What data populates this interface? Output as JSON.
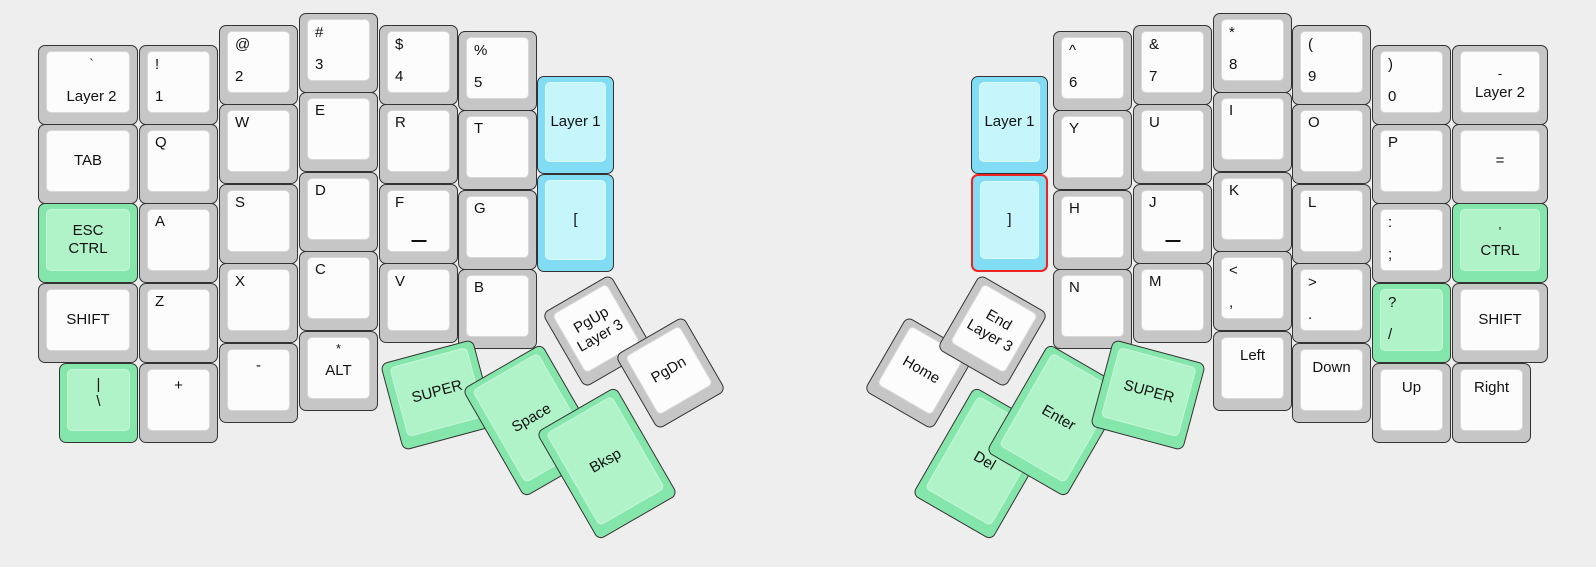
{
  "meta": {
    "title": "Split ergonomic keyboard layout",
    "background": "#eeeeee",
    "colors": {
      "key_shell": "#c6c6c6",
      "key_cap": "#fcfcfc",
      "green_shell": "#85e6ab",
      "green_cap": "#b0f3c9",
      "cyan_shell": "#82dcf4",
      "cyan_cap": "#c6f6fc",
      "selection": "#ee2222",
      "legend": "#111111"
    }
  },
  "left_half": {
    "columns": [
      {
        "name": "pinky-outer",
        "keys": [
          {
            "top": "`",
            "main": "Layer 2",
            "style": "default"
          },
          {
            "top": "",
            "main": "TAB",
            "style": "default"
          },
          {
            "top": "ESC",
            "main": "CTRL",
            "style": "green"
          },
          {
            "top": "",
            "main": "SHIFT",
            "style": "default"
          },
          {
            "top": "|",
            "main": "\\",
            "style": "green"
          }
        ]
      },
      {
        "name": "pinky",
        "keys": [
          {
            "top": "!",
            "main": "1",
            "style": "default"
          },
          {
            "top": "Q",
            "main": "",
            "style": "default"
          },
          {
            "top": "A",
            "main": "",
            "style": "default"
          },
          {
            "top": "Z",
            "main": "",
            "style": "default"
          },
          {
            "top": "",
            "main": "+",
            "style": "default"
          }
        ]
      },
      {
        "name": "ring",
        "keys": [
          {
            "top": "@",
            "main": "2",
            "style": "default"
          },
          {
            "top": "W",
            "main": "",
            "style": "default"
          },
          {
            "top": "S",
            "main": "",
            "style": "default"
          },
          {
            "top": "X",
            "main": "",
            "style": "default"
          },
          {
            "top": "",
            "main": "-",
            "style": "default"
          }
        ]
      },
      {
        "name": "middle",
        "keys": [
          {
            "top": "#",
            "main": "3",
            "style": "default"
          },
          {
            "top": "E",
            "main": "",
            "style": "default"
          },
          {
            "top": "D",
            "main": "",
            "style": "default"
          },
          {
            "top": "C",
            "main": "",
            "style": "default"
          },
          {
            "top": "*",
            "main": "ALT",
            "style": "default"
          }
        ]
      },
      {
        "name": "index",
        "keys": [
          {
            "top": "$",
            "main": "4",
            "style": "default"
          },
          {
            "top": "R",
            "main": "",
            "style": "default"
          },
          {
            "top": "F",
            "main": "",
            "style": "default",
            "homing": true
          },
          {
            "top": "V",
            "main": "",
            "style": "default"
          }
        ]
      },
      {
        "name": "index-inner",
        "keys": [
          {
            "top": "%",
            "main": "5",
            "style": "default"
          },
          {
            "top": "T",
            "main": "",
            "style": "default"
          },
          {
            "top": "G",
            "main": "",
            "style": "default"
          },
          {
            "top": "B",
            "main": "",
            "style": "default"
          }
        ]
      },
      {
        "name": "inner-extra",
        "keys": [
          {
            "top": "",
            "main": "Layer 1",
            "style": "cyan"
          },
          {
            "top": "",
            "main": "[",
            "style": "cyan"
          }
        ]
      }
    ],
    "thumb_cluster": [
      {
        "name": "super",
        "label": "SUPER",
        "style": "green"
      },
      {
        "name": "pgup-layer3",
        "top": "PgUp",
        "main": "Layer 3",
        "style": "default"
      },
      {
        "name": "pgdn",
        "label": "PgDn",
        "style": "default"
      },
      {
        "name": "space",
        "label": "Space",
        "style": "green"
      },
      {
        "name": "bksp",
        "label": "Bksp",
        "style": "green"
      }
    ]
  },
  "right_half": {
    "columns": [
      {
        "name": "inner-extra",
        "keys": [
          {
            "top": "",
            "main": "Layer 1",
            "style": "cyan"
          },
          {
            "top": "",
            "main": "]",
            "style": "cyan",
            "selected": true
          }
        ]
      },
      {
        "name": "index-inner",
        "keys": [
          {
            "top": "^",
            "main": "6",
            "style": "default"
          },
          {
            "top": "Y",
            "main": "",
            "style": "default"
          },
          {
            "top": "H",
            "main": "",
            "style": "default"
          },
          {
            "top": "N",
            "main": "",
            "style": "default"
          }
        ]
      },
      {
        "name": "index",
        "keys": [
          {
            "top": "&",
            "main": "7",
            "style": "default"
          },
          {
            "top": "U",
            "main": "",
            "style": "default"
          },
          {
            "top": "J",
            "main": "",
            "style": "default",
            "homing": true
          },
          {
            "top": "M",
            "main": "",
            "style": "default"
          }
        ]
      },
      {
        "name": "middle",
        "keys": [
          {
            "top": "*",
            "main": "8",
            "style": "default"
          },
          {
            "top": "I",
            "main": "",
            "style": "default"
          },
          {
            "top": "K",
            "main": "",
            "style": "default"
          },
          {
            "top": "<",
            "main": ",",
            "style": "default"
          },
          {
            "top": "",
            "main": "Left",
            "style": "default"
          }
        ]
      },
      {
        "name": "ring",
        "keys": [
          {
            "top": "(",
            "main": "9",
            "style": "default"
          },
          {
            "top": "O",
            "main": "",
            "style": "default"
          },
          {
            "top": "L",
            "main": "",
            "style": "default"
          },
          {
            "top": ">",
            "main": ".",
            "style": "default"
          },
          {
            "top": "",
            "main": "Down",
            "style": "default"
          }
        ]
      },
      {
        "name": "pinky",
        "keys": [
          {
            "top": ")",
            "main": "0",
            "style": "default"
          },
          {
            "top": "P",
            "main": "",
            "style": "default"
          },
          {
            "top": ":",
            "main": ";",
            "style": "default"
          },
          {
            "top": "?",
            "main": "/",
            "style": "green"
          },
          {
            "top": "",
            "main": "Up",
            "style": "default"
          }
        ]
      },
      {
        "name": "pinky-outer",
        "keys": [
          {
            "top": "-",
            "main": "Layer 2",
            "style": "default"
          },
          {
            "top": "",
            "main": "=",
            "style": "default"
          },
          {
            "top": "'",
            "main": "CTRL",
            "style": "green"
          },
          {
            "top": "",
            "main": "SHIFT",
            "style": "default"
          },
          {
            "top": "",
            "main": "Right",
            "style": "default"
          }
        ]
      }
    ],
    "thumb_cluster": [
      {
        "name": "home",
        "label": "Home",
        "style": "default"
      },
      {
        "name": "end-layer3",
        "top": "End",
        "main": "Layer 3",
        "style": "default"
      },
      {
        "name": "del",
        "label": "Del",
        "style": "green"
      },
      {
        "name": "enter",
        "label": "Enter",
        "style": "green"
      },
      {
        "name": "super",
        "label": "SUPER",
        "style": "green"
      }
    ]
  }
}
